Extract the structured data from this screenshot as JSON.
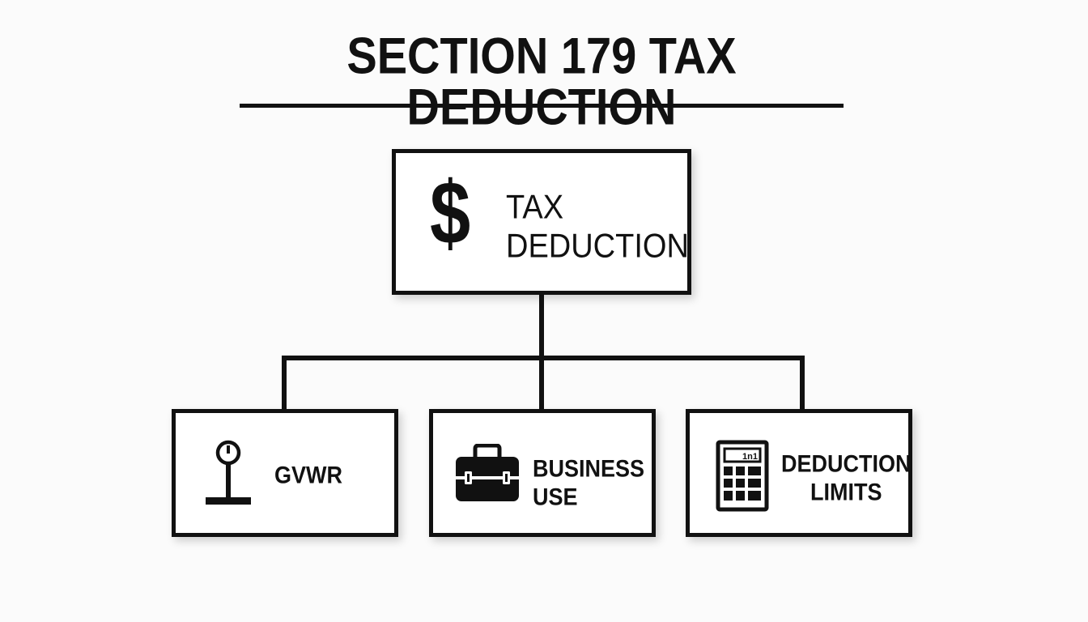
{
  "title": "SECTION 179 TAX DEDUCTION",
  "root": {
    "icon": "dollar-sign",
    "symbol": "$",
    "label_lines": [
      "TAX",
      "DEDUCTION"
    ]
  },
  "children": [
    {
      "icon": "scale-icon",
      "label_lines": [
        "GVWR"
      ]
    },
    {
      "icon": "briefcase-icon",
      "label_lines": [
        "BUSINESS",
        "USE"
      ]
    },
    {
      "icon": "calculator-icon",
      "display_text": "1n1",
      "label_lines": [
        "DEDUCTION",
        "LIMITS"
      ]
    }
  ],
  "colors": {
    "ink": "#111111",
    "background": "#fbfbfb",
    "box_fill": "#ffffff"
  }
}
